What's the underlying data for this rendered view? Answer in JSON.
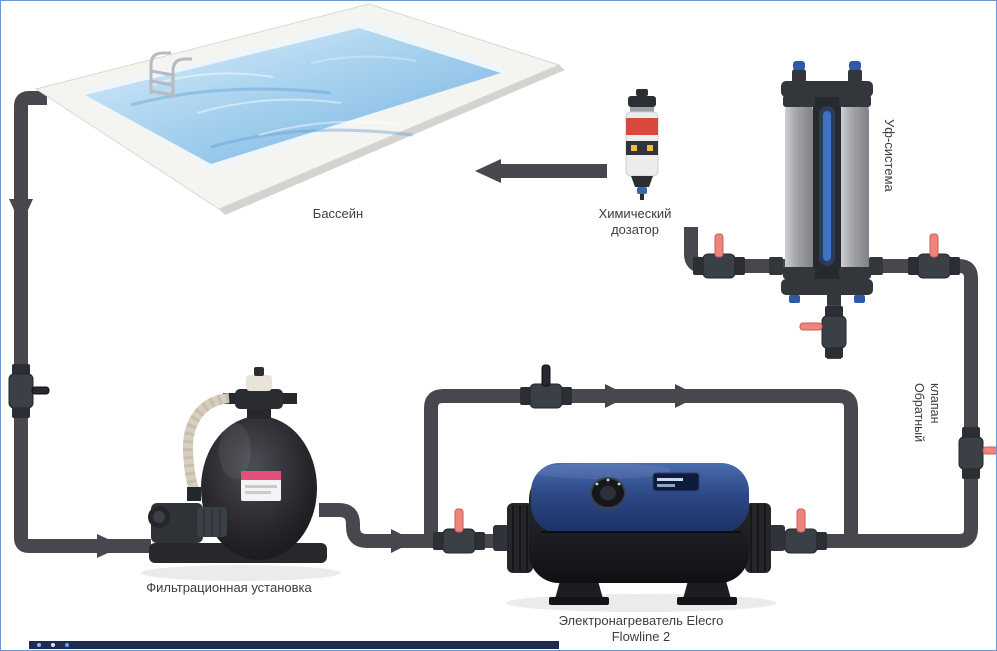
{
  "diagram": {
    "labels": {
      "pool": "Бассейн",
      "chemical_doser": [
        "Химический",
        "дозатор"
      ],
      "uv_system": "Уф-система",
      "check_valve": "Обратный клапан",
      "filter_unit": "Фильтрационная установка",
      "heater": [
        "Электронагреватель Elecro",
        "Flowline 2"
      ]
    },
    "colors": {
      "pipe": "#47474d",
      "valve_handle": "#f0837b",
      "water_light": "#dff0fb",
      "water_deep": "#74b1e0",
      "uv_glow": "#3f78d1",
      "heater_shell": "#2c4886",
      "doser_band_red": "#d8493c",
      "border": "#6e96d2"
    }
  }
}
